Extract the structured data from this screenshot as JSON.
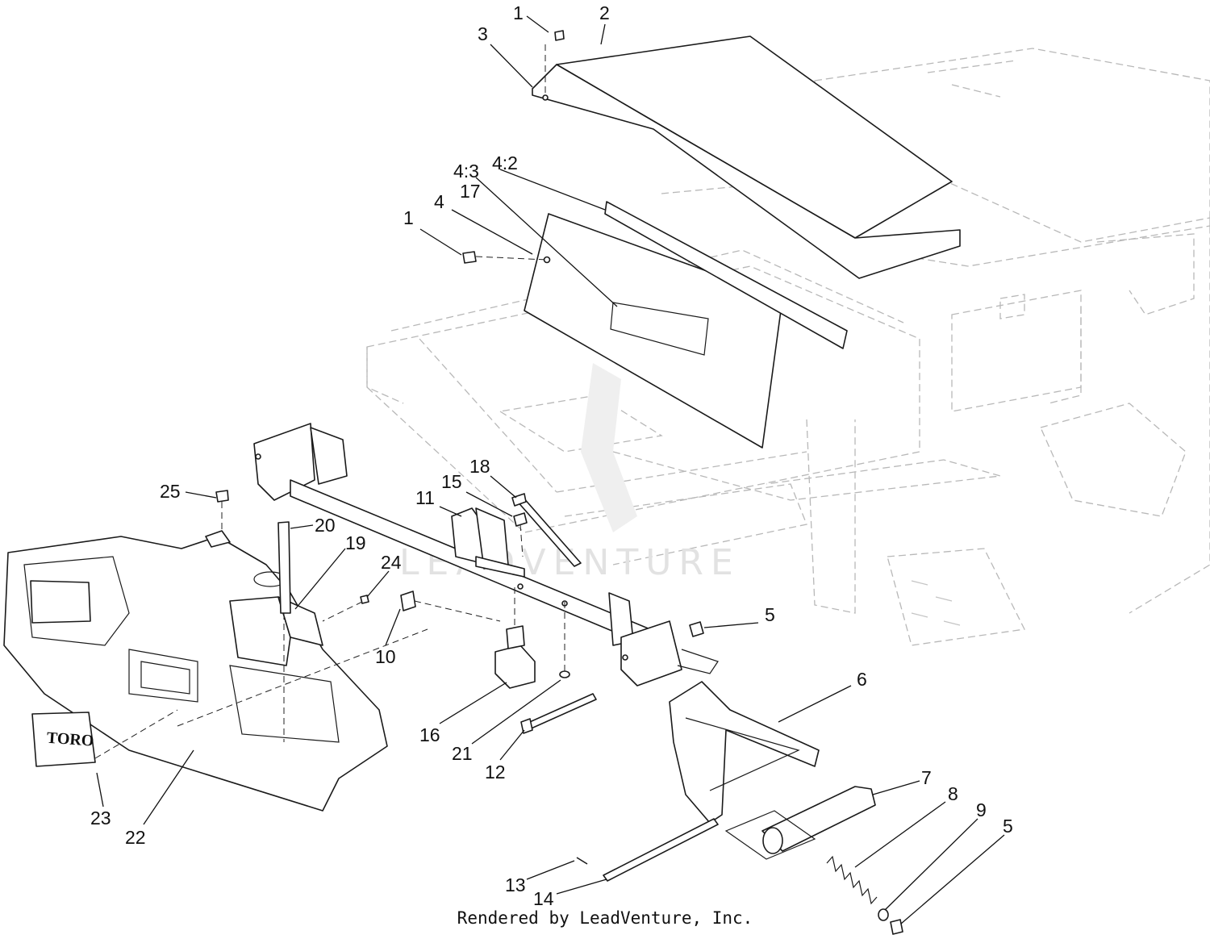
{
  "callouts": [
    {
      "id": "1a",
      "text": "1"
    },
    {
      "id": "2",
      "text": "2"
    },
    {
      "id": "3",
      "text": "3"
    },
    {
      "id": "4_3",
      "text": "4:3"
    },
    {
      "id": "4_2",
      "text": "4:2"
    },
    {
      "id": "17",
      "text": "17"
    },
    {
      "id": "1b",
      "text": "1"
    },
    {
      "id": "4",
      "text": "4"
    },
    {
      "id": "18",
      "text": "18"
    },
    {
      "id": "15",
      "text": "15"
    },
    {
      "id": "11",
      "text": "11"
    },
    {
      "id": "25",
      "text": "25"
    },
    {
      "id": "20",
      "text": "20"
    },
    {
      "id": "19",
      "text": "19"
    },
    {
      "id": "24",
      "text": "24"
    },
    {
      "id": "10",
      "text": "10"
    },
    {
      "id": "5a",
      "text": "5"
    },
    {
      "id": "6",
      "text": "6"
    },
    {
      "id": "16",
      "text": "16"
    },
    {
      "id": "21",
      "text": "21"
    },
    {
      "id": "12",
      "text": "12"
    },
    {
      "id": "23",
      "text": "23"
    },
    {
      "id": "22",
      "text": "22"
    },
    {
      "id": "7",
      "text": "7"
    },
    {
      "id": "8",
      "text": "8"
    },
    {
      "id": "9",
      "text": "9"
    },
    {
      "id": "5b",
      "text": "5"
    },
    {
      "id": "13",
      "text": "13"
    },
    {
      "id": "14",
      "text": "14"
    }
  ],
  "decal_brand": "TORO",
  "watermark": "LEADVENTURE",
  "footer": "Rendered by LeadVenture, Inc."
}
